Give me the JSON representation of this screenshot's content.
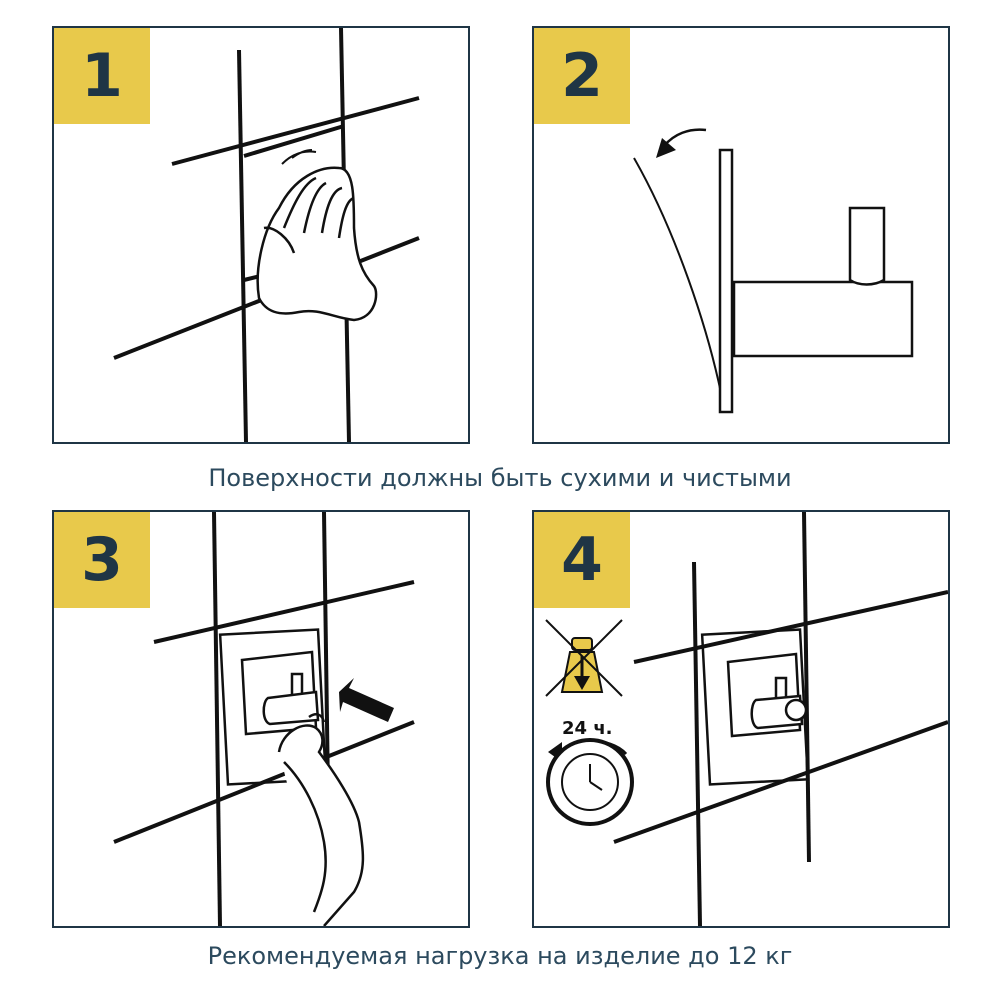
{
  "steps": [
    {
      "number": "1"
    },
    {
      "number": "2"
    },
    {
      "number": "3"
    },
    {
      "number": "4",
      "timer_label": "24 ч."
    }
  ],
  "captions": {
    "top": "Поверхности должны быть сухими и чистыми",
    "bottom": "Рекомендуемая нагрузка на изделие до 12 кг"
  },
  "colors": {
    "badge": "#e8c94b",
    "badge_text": "#1f3545",
    "frame": "#1f3545",
    "caption": "#2c4a5e",
    "line": "#111111"
  },
  "icons": [
    "wiping-hand-icon",
    "peel-arrow-icon",
    "pressing-hand-icon",
    "push-arrow-icon",
    "no-weight-icon",
    "timer-24h-icon"
  ]
}
